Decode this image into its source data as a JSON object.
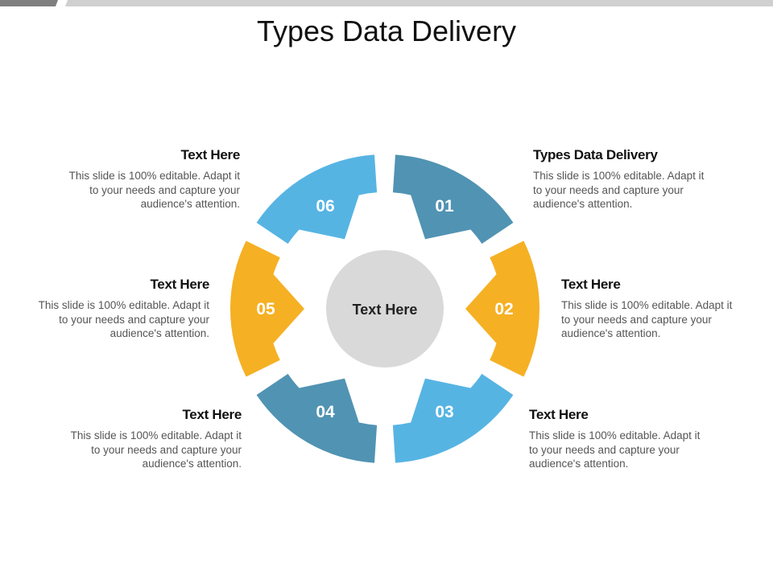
{
  "title": "Types Data Delivery",
  "colors": {
    "dark_blue": "#5193b3",
    "light_blue": "#56b4e3",
    "orange": "#f5b024",
    "center": "#d9d9d9",
    "topbar_dark": "#7f7f7f",
    "topbar_light": "#d0d0d0"
  },
  "center": {
    "label": "Text Here"
  },
  "segments": [
    {
      "number": "01",
      "color": "dark_blue"
    },
    {
      "number": "02",
      "color": "orange"
    },
    {
      "number": "03",
      "color": "light_blue"
    },
    {
      "number": "04",
      "color": "dark_blue"
    },
    {
      "number": "05",
      "color": "orange"
    },
    {
      "number": "06",
      "color": "light_blue"
    }
  ],
  "items": [
    {
      "heading": "Types Data Delivery",
      "body": "This slide is 100% editable. Adapt it to your needs and capture your audience's attention."
    },
    {
      "heading": "Text Here",
      "body": "This slide is 100% editable. Adapt it to your needs and capture your audience's attention."
    },
    {
      "heading": "Text Here",
      "body": "This slide is 100% editable. Adapt it to your needs and capture your audience's attention."
    },
    {
      "heading": "Text Here",
      "body": "This slide is 100% editable. Adapt it to your needs and capture your audience's attention."
    },
    {
      "heading": "Text Here",
      "body": "This slide is 100% editable. Adapt it to your needs and capture your audience's attention."
    },
    {
      "heading": "Text Here",
      "body": "This slide is 100% editable. Adapt it to your needs and capture your audience's attention."
    }
  ]
}
